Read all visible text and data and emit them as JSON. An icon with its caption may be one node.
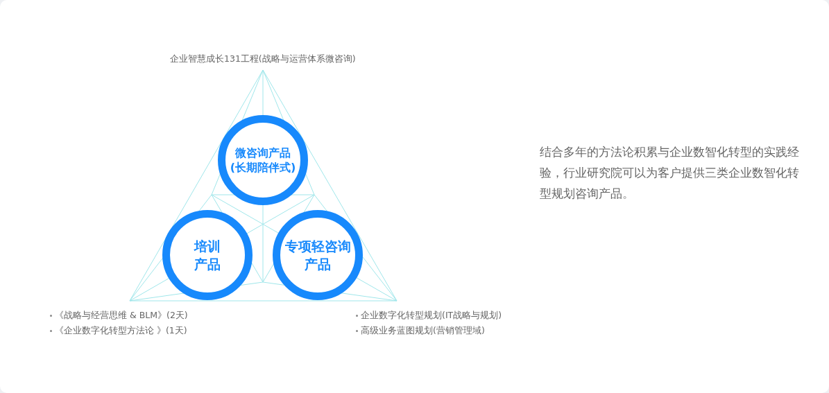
{
  "diagram": {
    "nodes": [
      {
        "text": [
          "微咨询产品(长期陪伴式)"
        ]
      },
      {
        "text": [
          "培训产品"
        ],
        "beside": [
          "《战略与经营思维 & BLM》(2天)",
          "《企业数字化转型方法论 》(1天)"
        ]
      },
      {
        "text": [
          "专项轻咨询产品"
        ],
        "beside": [
          "企业数字化转型规划(IT战略与规划)",
          "高级业务蓝图规划(营销管理域)"
        ]
      }
    ],
    "labels": [
      "企业智慧成长131工程(战略与运营体系微咨询)",
      "结合多年的方法论积累与企业数智化转型的实践经验，行业研究院可以为客户提供三类企业数智化转型规划咨询产品。"
    ]
  }
}
